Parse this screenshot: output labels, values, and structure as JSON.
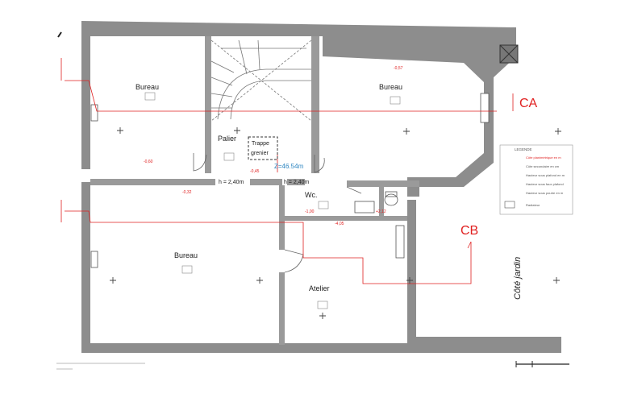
{
  "rooms": {
    "bureau_top_left": "Bureau",
    "bureau_top_right": "Bureau",
    "bureau_bottom": "Bureau",
    "atelier": "Atelier",
    "palier": "Palier",
    "wc": "Wc."
  },
  "trappe": {
    "line1": "Trappe",
    "line2": "grenier"
  },
  "heights": {
    "h1": "h = 2,40m",
    "h2": "h = 2,40m"
  },
  "z_level": "Z=46.54m",
  "section_marks": {
    "ca": "CA",
    "cb": "CB"
  },
  "garden_label": "Côté jardin",
  "legend": {
    "title": "LEGENDE",
    "items": [
      "Côte planimétrique en m",
      "Côte secondaire en cm",
      "Hauteur sous plafond en m",
      "Hauteur sous faux plafond",
      "Hauteur sous poutre en m",
      "Radiateur"
    ]
  },
  "colors": {
    "wall": "#8a8a8a",
    "accent": "#e02020",
    "z_text": "#2e86c1"
  }
}
